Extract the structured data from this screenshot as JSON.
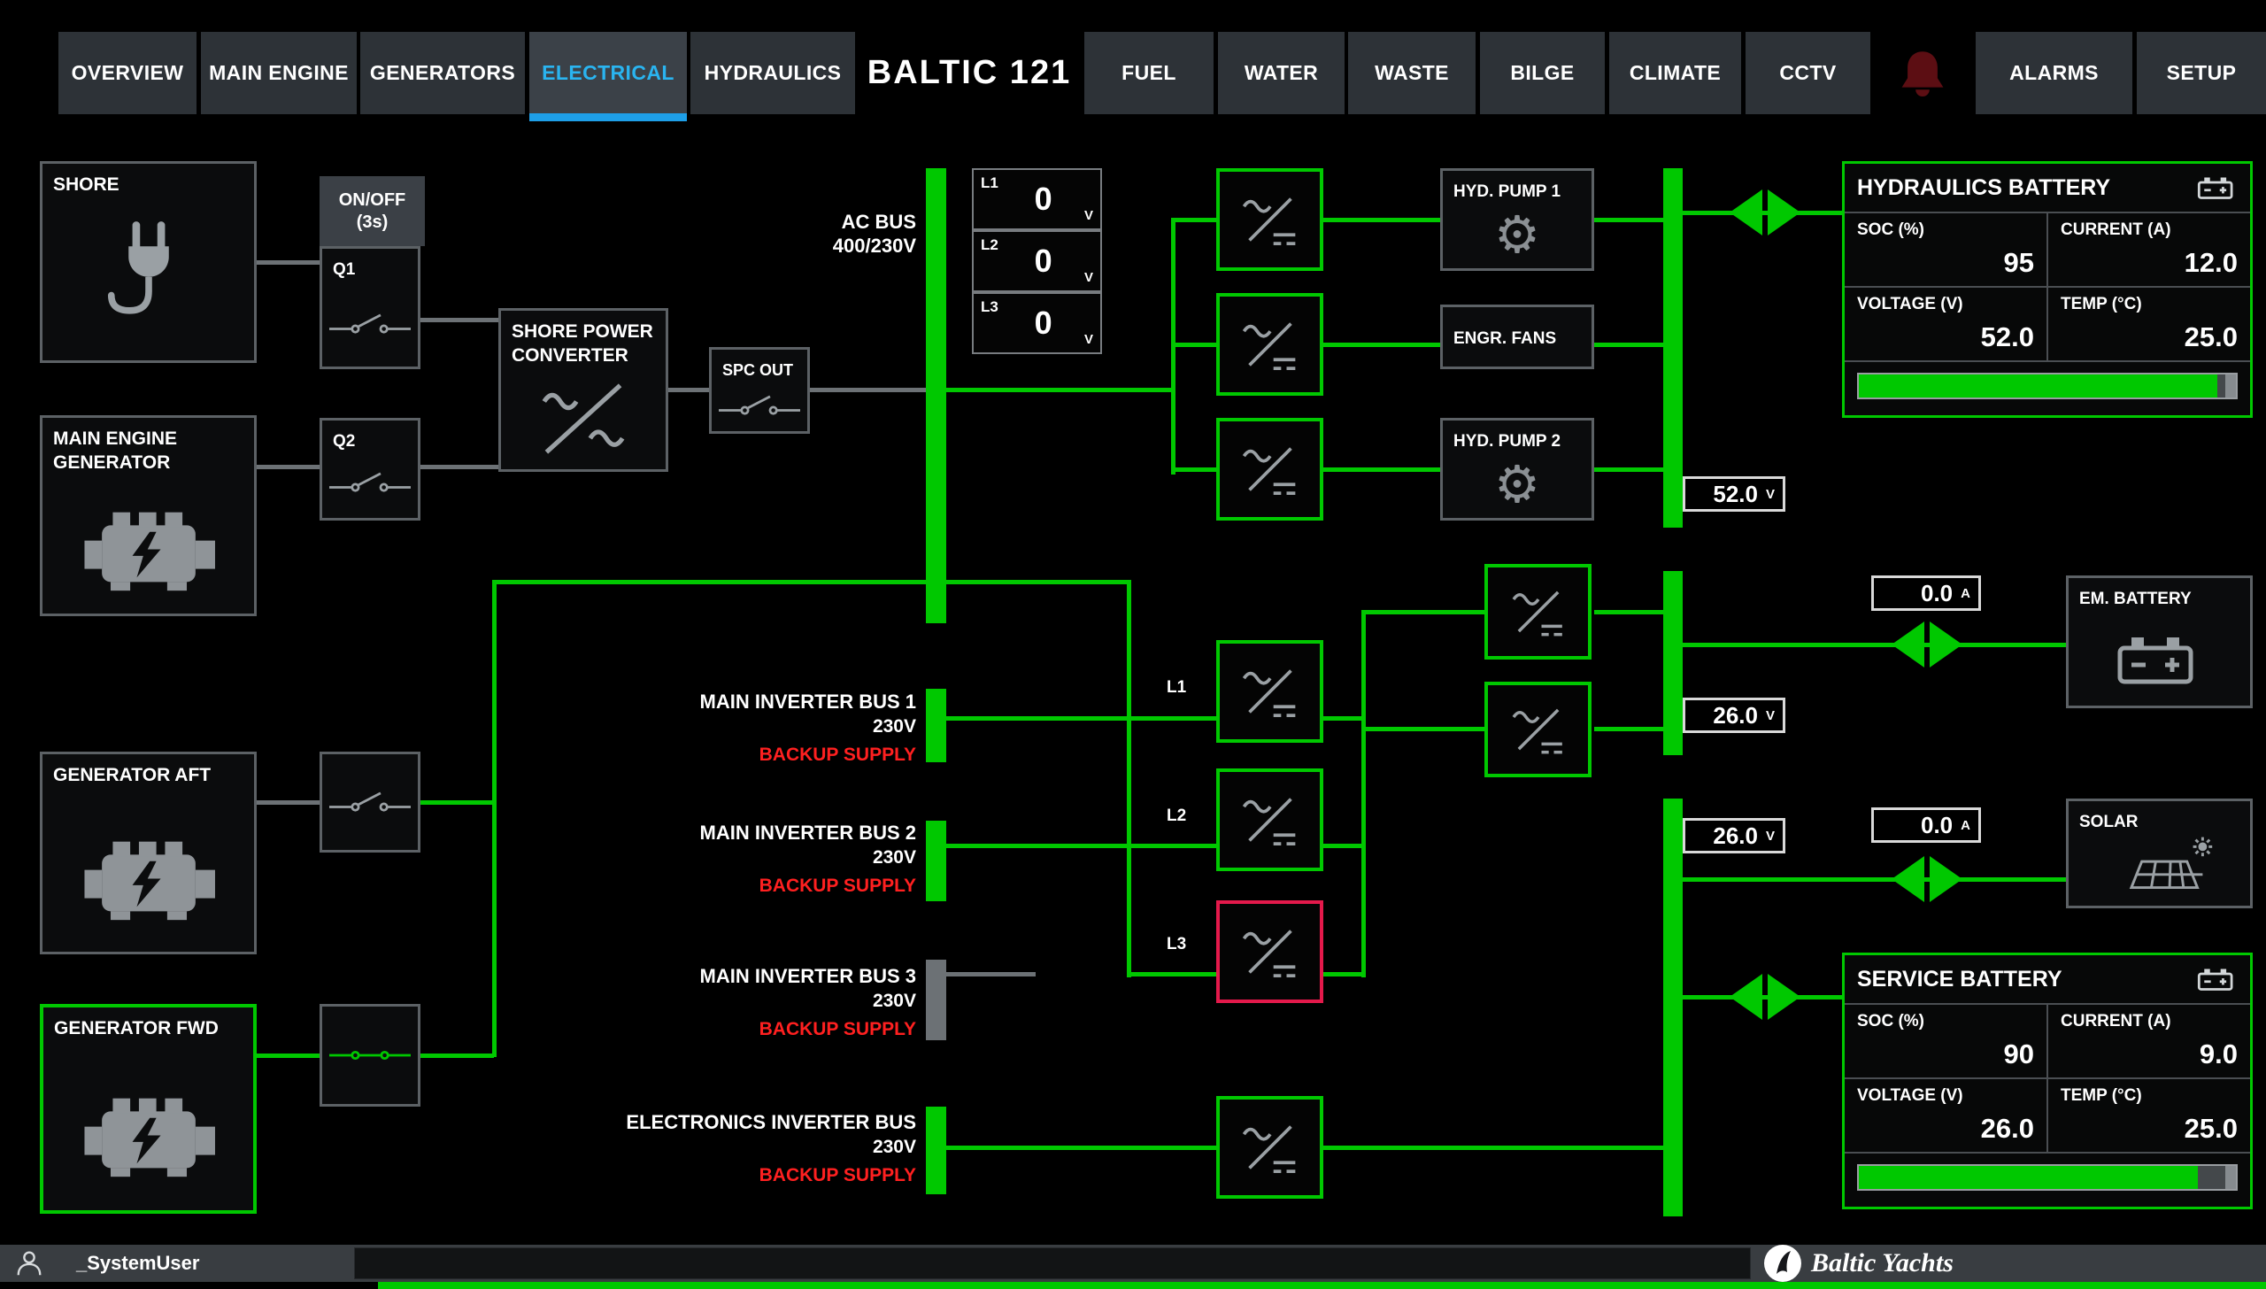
{
  "nav": {
    "tabs": [
      "OVERVIEW",
      "MAIN ENGINE",
      "GENERATORS",
      "ELECTRICAL",
      "HYDRAULICS",
      "FUEL",
      "WATER",
      "WASTE",
      "BILGE",
      "CLIMATE",
      "CCTV",
      "ALARMS",
      "SETUP"
    ],
    "title": "BALTIC 121"
  },
  "colors": {
    "green": "#00c800",
    "fault_red": "#e4194b",
    "backup_red": "#ff2020",
    "active_tab_blue": "#2ab4f0"
  },
  "sources": {
    "shore": "SHORE",
    "main_engine_generator_line1": "MAIN ENGINE",
    "main_engine_generator_line2": "GENERATOR",
    "generator_aft": "GENERATOR AFT",
    "generator_fwd": "GENERATOR FWD"
  },
  "controls": {
    "on_off_line1": "ON/OFF",
    "on_off_line2": "(3s)",
    "q1": "Q1",
    "q2": "Q2",
    "spc_line1": "SHORE POWER",
    "spc_line2": "CONVERTER",
    "spc_out": "SPC OUT"
  },
  "ac_bus": {
    "label_line1": "AC BUS",
    "label_line2": "400/230V",
    "phases": [
      {
        "label": "L1",
        "value": "0",
        "unit": "V"
      },
      {
        "label": "L2",
        "value": "0",
        "unit": "V"
      },
      {
        "label": "L3",
        "value": "0",
        "unit": "V"
      }
    ]
  },
  "hydraulics": {
    "pump1": "HYD. PUMP 1",
    "fans": "ENGR. FANS",
    "pump2": "HYD. PUMP 2",
    "bus_voltage": "52.0",
    "bus_voltage_unit": "V",
    "battery": {
      "title": "HYDRAULICS BATTERY",
      "soc_label": "SOC (%)",
      "soc": "95",
      "current_label": "CURRENT (A)",
      "current": "12.0",
      "voltage_label": "VOLTAGE (V)",
      "voltage": "52.0",
      "temp_label": "TEMP (°C)",
      "temp": "25.0",
      "soc_percent": 95
    }
  },
  "inverter_buses": [
    {
      "name": "MAIN INVERTER BUS 1",
      "voltage": "230V",
      "status": "BACKUP SUPPLY",
      "phase": "L1"
    },
    {
      "name": "MAIN INVERTER BUS 2",
      "voltage": "230V",
      "status": "BACKUP SUPPLY",
      "phase": "L2"
    },
    {
      "name": "MAIN INVERTER BUS 3",
      "voltage": "230V",
      "status": "BACKUP SUPPLY",
      "phase": "L3"
    },
    {
      "name": "ELECTRONICS INVERTER BUS",
      "voltage": "230V",
      "status": "BACKUP SUPPLY"
    }
  ],
  "dc_system": {
    "em_battery_label": "EM. BATTERY",
    "em_current": "0.0",
    "em_current_unit": "A",
    "em_voltage": "26.0",
    "em_voltage_unit": "V",
    "solar_label": "SOLAR",
    "solar_current": "0.0",
    "solar_current_unit": "A",
    "solar_voltage": "26.0",
    "solar_voltage_unit": "V",
    "service_battery": {
      "title": "SERVICE BATTERY",
      "soc_label": "SOC (%)",
      "soc": "90",
      "current_label": "CURRENT (A)",
      "current": "9.0",
      "voltage_label": "VOLTAGE (V)",
      "voltage": "26.0",
      "temp_label": "TEMP (°C)",
      "temp": "25.0",
      "soc_percent": 90
    }
  },
  "status_bar": {
    "user": "_SystemUser",
    "logo_text": "Baltic Yachts"
  }
}
